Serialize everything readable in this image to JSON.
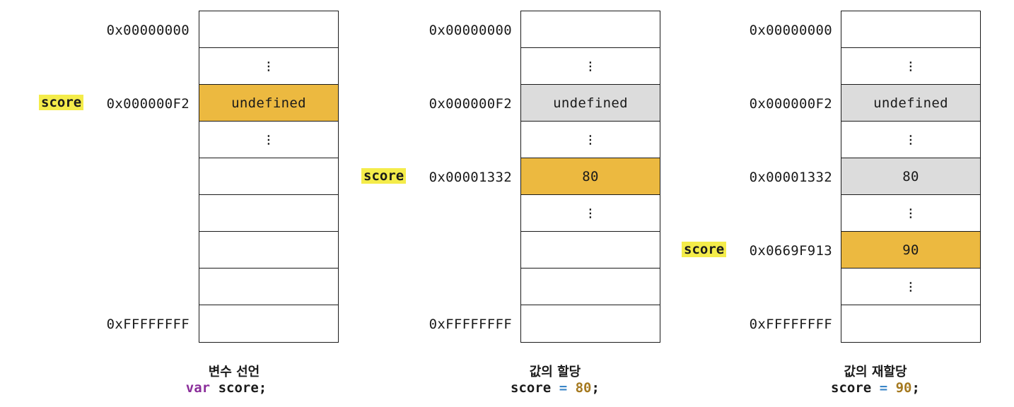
{
  "panels": [
    {
      "addr_top": "0x00000000",
      "addr_var": "0x000000F2",
      "addr_bottom": "0xFFFFFFFF",
      "var_label": "score",
      "cells": [
        "",
        "⋮",
        "undefined",
        "⋮",
        "",
        "",
        "",
        "",
        ""
      ],
      "caption": "변수 선언",
      "code": {
        "keyword": "var",
        "ident": "score",
        "end": ";"
      }
    },
    {
      "addr_top": "0x00000000",
      "addr_mid": "0x000000F2",
      "addr_var": "0x00001332",
      "addr_bottom": "0xFFFFFFFF",
      "var_label": "score",
      "cells": [
        "",
        "⋮",
        "undefined",
        "⋮",
        "80",
        "⋮",
        "",
        "",
        ""
      ],
      "caption": "값의 할당",
      "code": {
        "ident": "score",
        "op": "=",
        "value": "80",
        "end": ";"
      }
    },
    {
      "addr_top": "0x00000000",
      "addr_mid1": "0x000000F2",
      "addr_mid2": "0x00001332",
      "addr_var": "0x0669F913",
      "addr_bottom": "0xFFFFFFFF",
      "var_label": "score",
      "cells": [
        "",
        "⋮",
        "undefined",
        "⋮",
        "80",
        "⋮",
        "90",
        "⋮",
        ""
      ],
      "caption": "값의 재할당",
      "code": {
        "ident": "score",
        "op": "=",
        "value": "90",
        "end": ";"
      }
    }
  ],
  "colors": {
    "current": "#ecb940",
    "stale": "#dcdcdc",
    "label_bg": "#f4ec4a"
  }
}
